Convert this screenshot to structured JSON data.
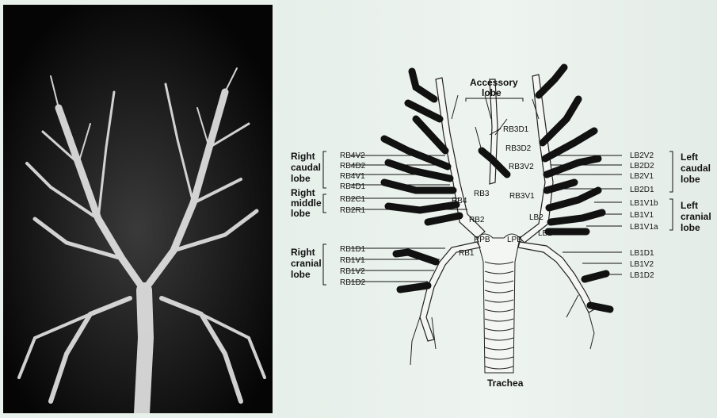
{
  "titles": {
    "accessory_line1": "Accessory",
    "accessory_line2": "lobe",
    "trachea": "Trachea"
  },
  "groups": {
    "right_caudal": [
      "Right",
      "caudal",
      "lobe"
    ],
    "right_middle": [
      "Right",
      "middle",
      "lobe"
    ],
    "right_cranial": [
      "Right",
      "cranial",
      "lobe"
    ],
    "left_caudal": [
      "Left",
      "caudal",
      "lobe"
    ],
    "left_cranial": [
      "Left",
      "cranial",
      "lobe"
    ]
  },
  "left_labels": [
    "RB4V2",
    "RB4D2",
    "RB4V1",
    "RB4D1",
    "RB2C1",
    "RB2R1",
    "RB1D1",
    "RB1V1",
    "RB1V2",
    "RB1D2"
  ],
  "right_labels": [
    "LB2V2",
    "LB2D2",
    "LB2V1",
    "LB2D1",
    "LB1V1b",
    "LB1V1",
    "LB1V1a",
    "LB1D1",
    "LB1V2",
    "LB1D2"
  ],
  "inner_labels": [
    "RB3D1",
    "RB3D2",
    "RB3V2",
    "RB3",
    "RB3V1",
    "RB4",
    "RB2",
    "LB2",
    "LB1",
    "RPB",
    "LPB",
    "RB1"
  ],
  "colors": {
    "ink": "#111111",
    "paper": "#e9f1ec",
    "film": "#0b0b0b"
  }
}
